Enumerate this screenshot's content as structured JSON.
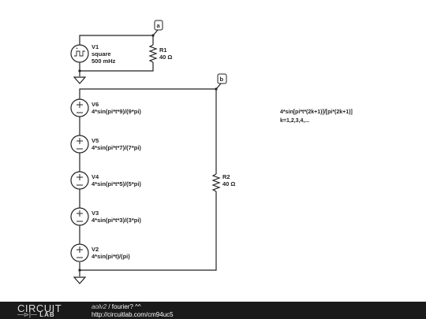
{
  "nodes": {
    "a": "a",
    "b": "b"
  },
  "components": {
    "v1": {
      "name": "V1",
      "type": "square",
      "freq": "500 mHz"
    },
    "r1": {
      "name": "R1",
      "value": "40 Ω"
    },
    "r2": {
      "name": "R2",
      "value": "40 Ω"
    },
    "v6": {
      "name": "V6",
      "expr": "4*sin(pi*t*9)/(9*pi)"
    },
    "v5": {
      "name": "V5",
      "expr": "4*sin(pi*t*7)/(7*pi)"
    },
    "v4": {
      "name": "V4",
      "expr": "4*sin(pi*t*5)/(5*pi)"
    },
    "v3": {
      "name": "V3",
      "expr": "4*sin(pi*t*3)/(3*pi)"
    },
    "v2": {
      "name": "V2",
      "expr": "4*sin(pi*t)/(pi)"
    }
  },
  "annotation": {
    "line1": "4*sin[pi*t*(2k+1)]/[pi*(2k+1)]",
    "line2": "k=1,2,3,4,..."
  },
  "footer": {
    "logo_top": "CIRCUIT",
    "logo_sym": "—⊳|—",
    "logo_bottom": "LAB",
    "author": "aolv2",
    "separator": " / ",
    "title": "fourier? ^^",
    "url": "http://circuitlab.com/cm94uc5"
  }
}
